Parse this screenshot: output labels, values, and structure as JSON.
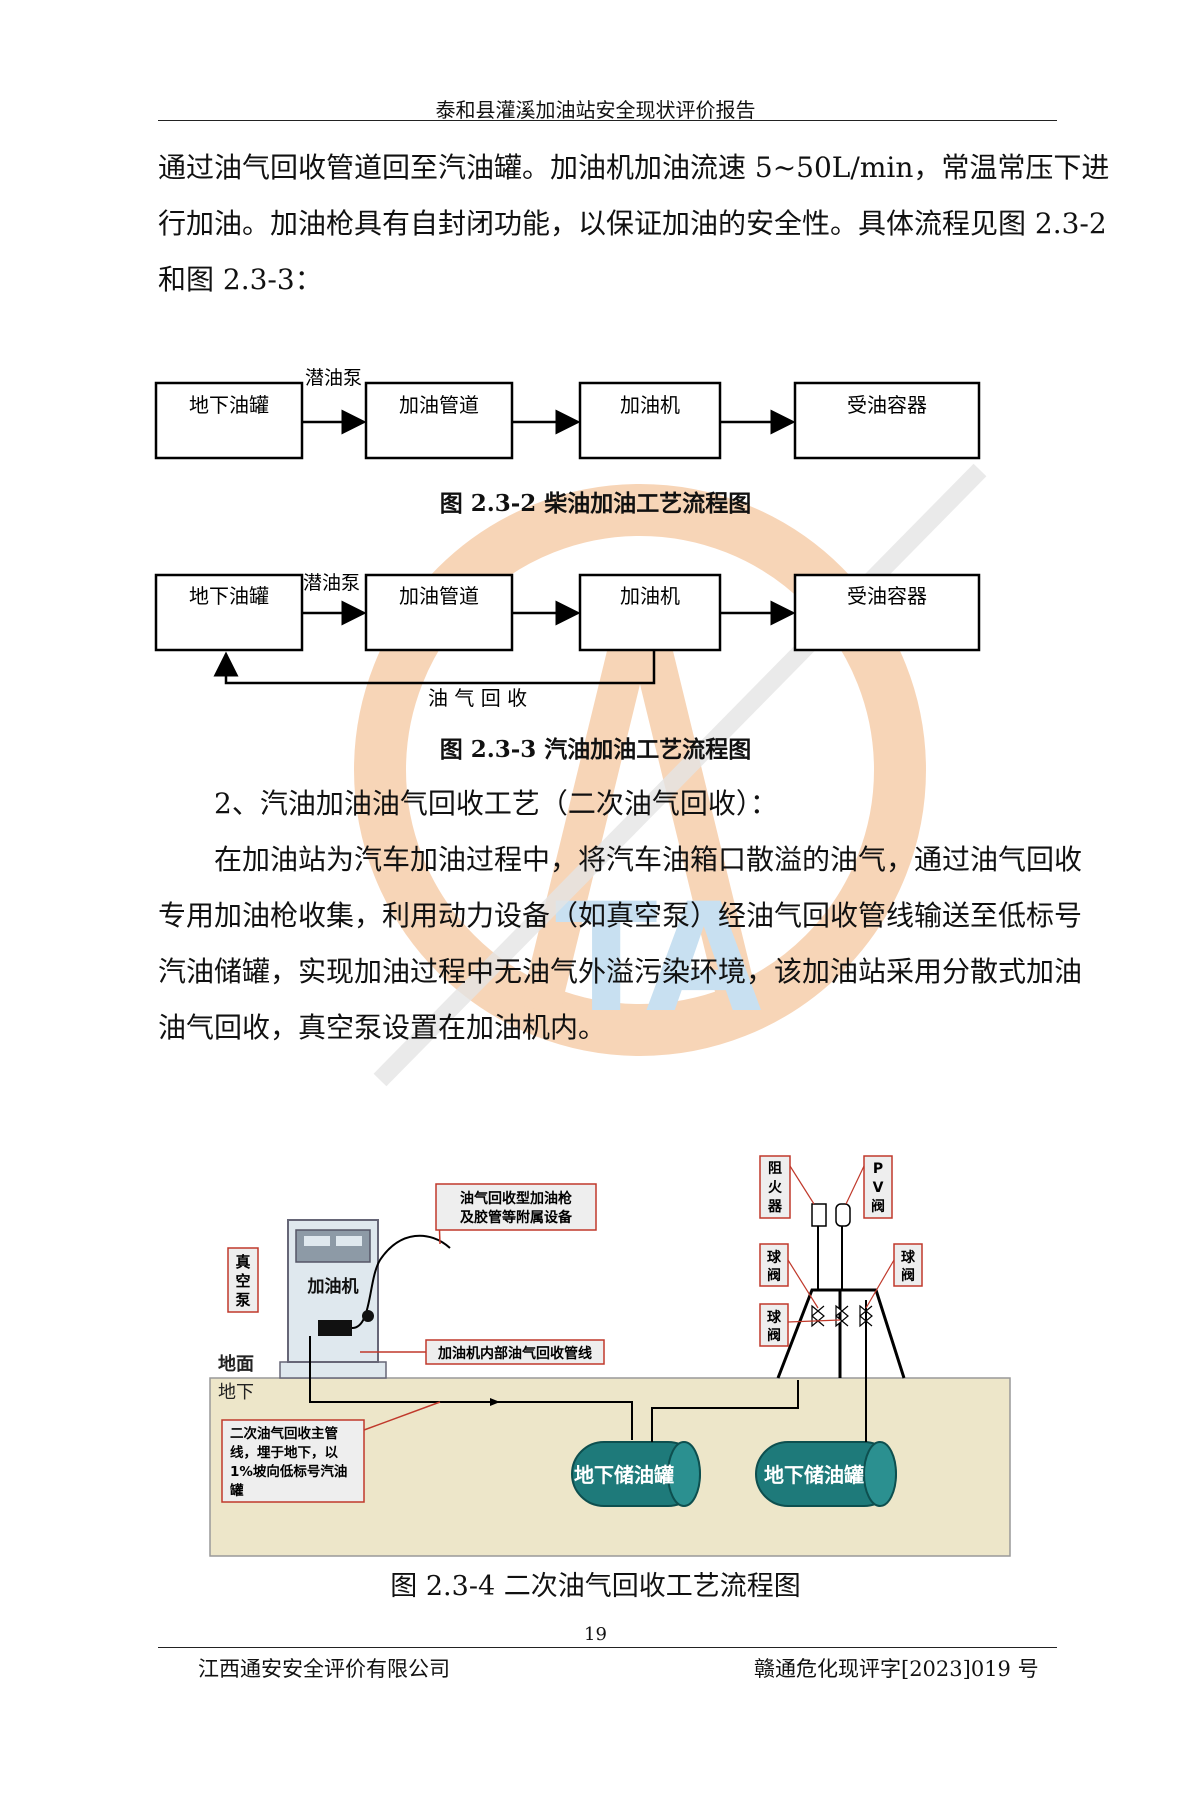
{
  "header": {
    "title": "泰和县灌溪加油站安全现状评价报告"
  },
  "intro": {
    "lines": [
      "通过油气回收管道回至汽油罐。加油机加油流速 5~50L/min，常温常压下进",
      "行加油。加油枪具有自封闭功能，以保证加油的安全性。具体流程见图 2.3-2",
      "和图 2.3-3："
    ]
  },
  "diesel_flow": {
    "boxes": [
      "地下油罐",
      "加油管道",
      "加油机",
      "受油容器"
    ],
    "pump_label": "潜油泵",
    "caption": "图 2.3-2   柴油加油工艺流程图"
  },
  "gasoline_flow": {
    "boxes": [
      "地下油罐",
      "加油管道",
      "加油机",
      "受油容器"
    ],
    "pump_label": "潜油泵",
    "recovery_label": "油 气 回 收",
    "caption": "图 2.3-3   汽油加油工艺流程图"
  },
  "section2": {
    "heading": "2、汽油加油油气回收工艺（二次油气回收）：",
    "lines": [
      "在加油站为汽车加油过程中，将汽车油箱口散溢的油气，通过油气回收",
      "专用加油枪收集，利用动力设备（如真空泵）经油气回收管线输送至低标号",
      "汽油储罐，实现加油过程中无油气外溢污染环境，该加油站采用分散式加油",
      "油气回收，真空泵设置在加油机内。"
    ]
  },
  "diagram": {
    "nozzle_label_1": "油气回收型加油枪",
    "nozzle_label_2": "及胶管等附属设备",
    "vacuum_pump": [
      "真",
      "空",
      "泵"
    ],
    "dispenser": "加油机",
    "ground_label": "地面",
    "underground_label": "地下",
    "inner_pipe_label": "加油机内部油气回收管线",
    "main_pipe_lines": [
      "二次油气回收主管",
      "线，埋于地下，以",
      "1%坡向低标号汽油",
      "罐"
    ],
    "tank_1": "地下储油罐",
    "tank_2": "地下储油罐",
    "flame_arrester": [
      "阻",
      "火",
      "器"
    ],
    "pv_valve": [
      "P",
      "V",
      "阀"
    ],
    "ball_valve_1": [
      "球",
      "阀"
    ],
    "ball_valve_2": [
      "球",
      "阀"
    ],
    "ball_valve_3": [
      "球",
      "阀"
    ],
    "caption": "图 2.3-4 二次油气回收工艺流程图"
  },
  "footer": {
    "page_number": "19",
    "company": "江西通安安全评价有限公司",
    "doc_code": "赣通危化现评字[2023]019 号"
  },
  "colors": {
    "watermark": "#f2b37d",
    "watermark_blue": "#9cc7e6",
    "tank": "#1e7a7a",
    "ground": "#ede6c9",
    "label_border": "#c0392b"
  }
}
